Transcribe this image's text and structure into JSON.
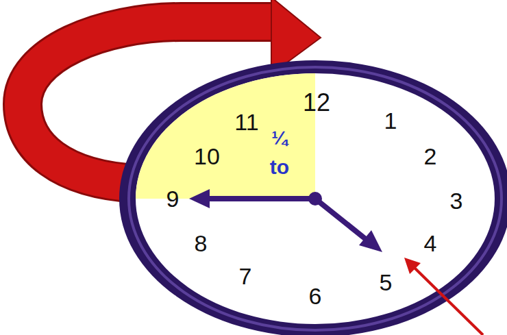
{
  "diagram": {
    "labels": [
      "12",
      "11",
      "¼",
      "to",
      "1",
      "10",
      "2",
      "9",
      "3",
      "8",
      "4",
      "7",
      "5",
      "6"
    ]
  }
}
